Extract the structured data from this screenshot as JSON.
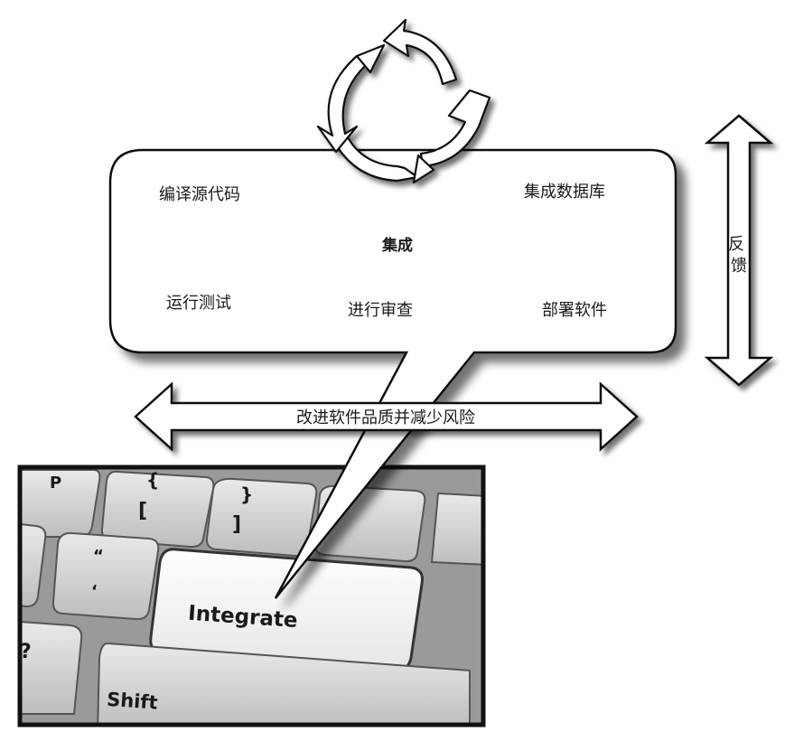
{
  "bubble": {
    "center_label": "集成",
    "activities": {
      "compile": "编译源代码",
      "integrate_db": "集成数据库",
      "run_tests": "运行测试",
      "inspect": "进行审查",
      "deploy": "部署软件"
    }
  },
  "feedback_label": "反馈",
  "quality_label": "改进软件品质并减少风险",
  "keyboard": {
    "integrate_key": "Integrate",
    "shift_key": "Shift",
    "p_key": "P",
    "brace_open": "{",
    "bracket_open": "[",
    "brace_close": "}",
    "bracket_close": "]",
    "quote_top": "“",
    "quote_bottom": "‘",
    "question_key": "?"
  }
}
